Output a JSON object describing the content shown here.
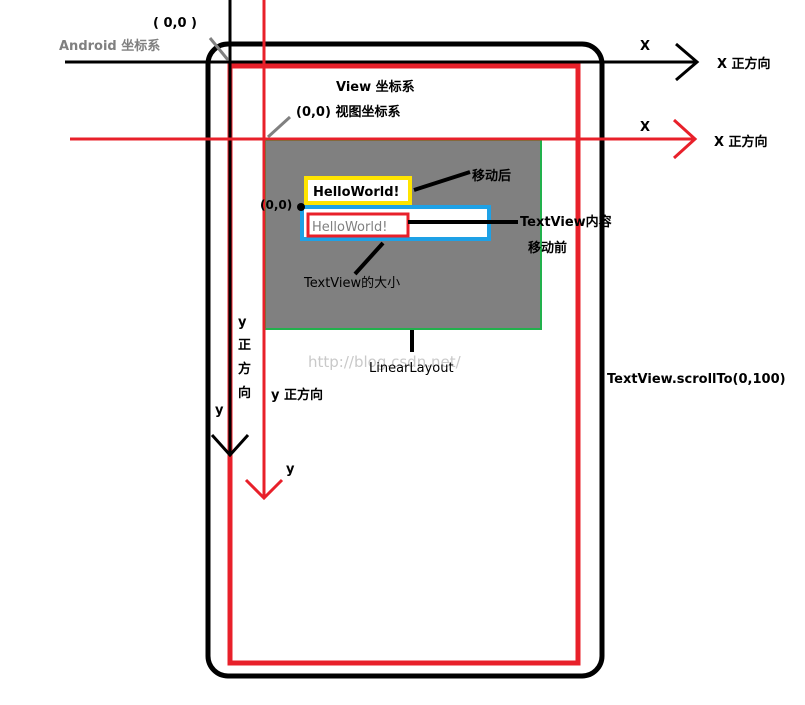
{
  "labels": {
    "android_origin": "( 0,0 )",
    "android_system": "Android 坐标系",
    "android_x": "X",
    "android_x_dir": "X 正方向",
    "view_system": "View 坐标系",
    "view_origin": "(0,0)  视图坐标系",
    "view_x": "X",
    "view_x_dir": "X 正方向",
    "moved_after": "移动后",
    "hello_after": "HelloWorld!",
    "textview_origin": "(0,0)",
    "hello_before": "HelloWorld!",
    "textview_content": "TextView内容",
    "moved_before": "移动前",
    "textview_size": "TextView的大小",
    "watermark": "http://blog.csdn.net/",
    "linear_layout": "LinearLayout",
    "scroll_to": "TextView.scrollTo(0,100)",
    "android_y_chars": [
      "y",
      "正",
      "方",
      "向"
    ],
    "android_y": "y",
    "view_y_dir": "y 正方向",
    "view_y": "y"
  },
  "colors": {
    "android_axis": "#000000",
    "view_axis": "#e8202a",
    "layout_fill": "#808080",
    "layout_border": "#22b14c",
    "after_box": "#ffe400",
    "size_box": "#1ea1e6",
    "before_box": "#e8202a",
    "muted_label": "#808080"
  }
}
